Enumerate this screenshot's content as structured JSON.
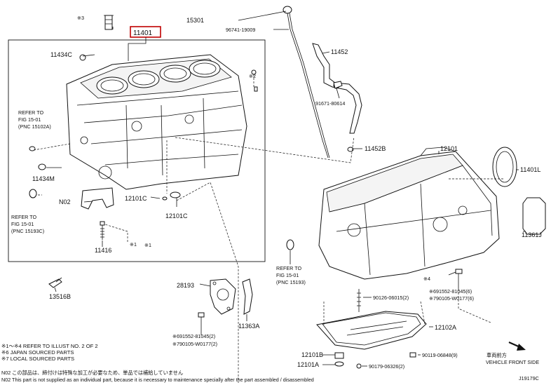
{
  "callouts": {
    "c_11401": "11401",
    "c_11434c": "11434C",
    "c_15301": "15301",
    "c_96741": "96741-19009",
    "c_11452": "11452",
    "c_91671": "91671-80614",
    "c_11452b": "11452B",
    "c_12101": "12101",
    "c_11401l": "11401L",
    "c_11434m": "11434M",
    "c_n02": "N02",
    "c_12101c_a": "12101C",
    "c_12101c_b": "12101C",
    "c_11416": "11416",
    "c_11361j": "11361J",
    "c_28193": "28193",
    "c_13516b": "13516B",
    "c_11363a": "11363A",
    "c_12102a": "12102A",
    "c_12101b": "12101B",
    "c_12101a": "12101A",
    "c_90126": "90126-06015(2)",
    "c_90119": "90119-06848(9)",
    "c_90179": "90179-06326(2)",
    "c_91552_r": "※691552-81045(6)",
    "c_79010_r": "※790105-W0177(6)",
    "c_91552_l": "※691552-81045(2)",
    "c_79010_l": "※790105-W0177(2)",
    "m3": "※3",
    "m2": "※2",
    "m1": "※1",
    "m4": "※4",
    "m1b": "※1"
  },
  "refs": {
    "ref1_l1": "REFER TO",
    "ref1_l2": "FIG 15-01",
    "ref1_l3": "(PNC 15102A)",
    "ref2_l1": "REFER TO",
    "ref2_l2": "FIG 15-01",
    "ref2_l3": "(PNC 15193C)",
    "ref3_l1": "REFER TO",
    "ref3_l2": "FIG 15-01",
    "ref3_l3": "(PNC 15193)"
  },
  "orientation": {
    "jp": "車両前方",
    "en": "VEHICLE FRONT SIDE"
  },
  "diagram_id": "J19179C",
  "notes": [
    "※1～※4 REFER TO ILLUST NO. 2 OF 2",
    "※6 JAPAN SOURCED PARTS",
    "※7 LOCAL SOURCED PARTS",
    "N02 この部品は、締付けは特殊な加工が必要なため、単品では補給していません",
    "N02 This part is not supplied as an individual part, because it is necessary to maintenance specially after the part assembled / disassembled"
  ],
  "colors": {
    "highlight": "#c00000",
    "line": "#111111"
  }
}
